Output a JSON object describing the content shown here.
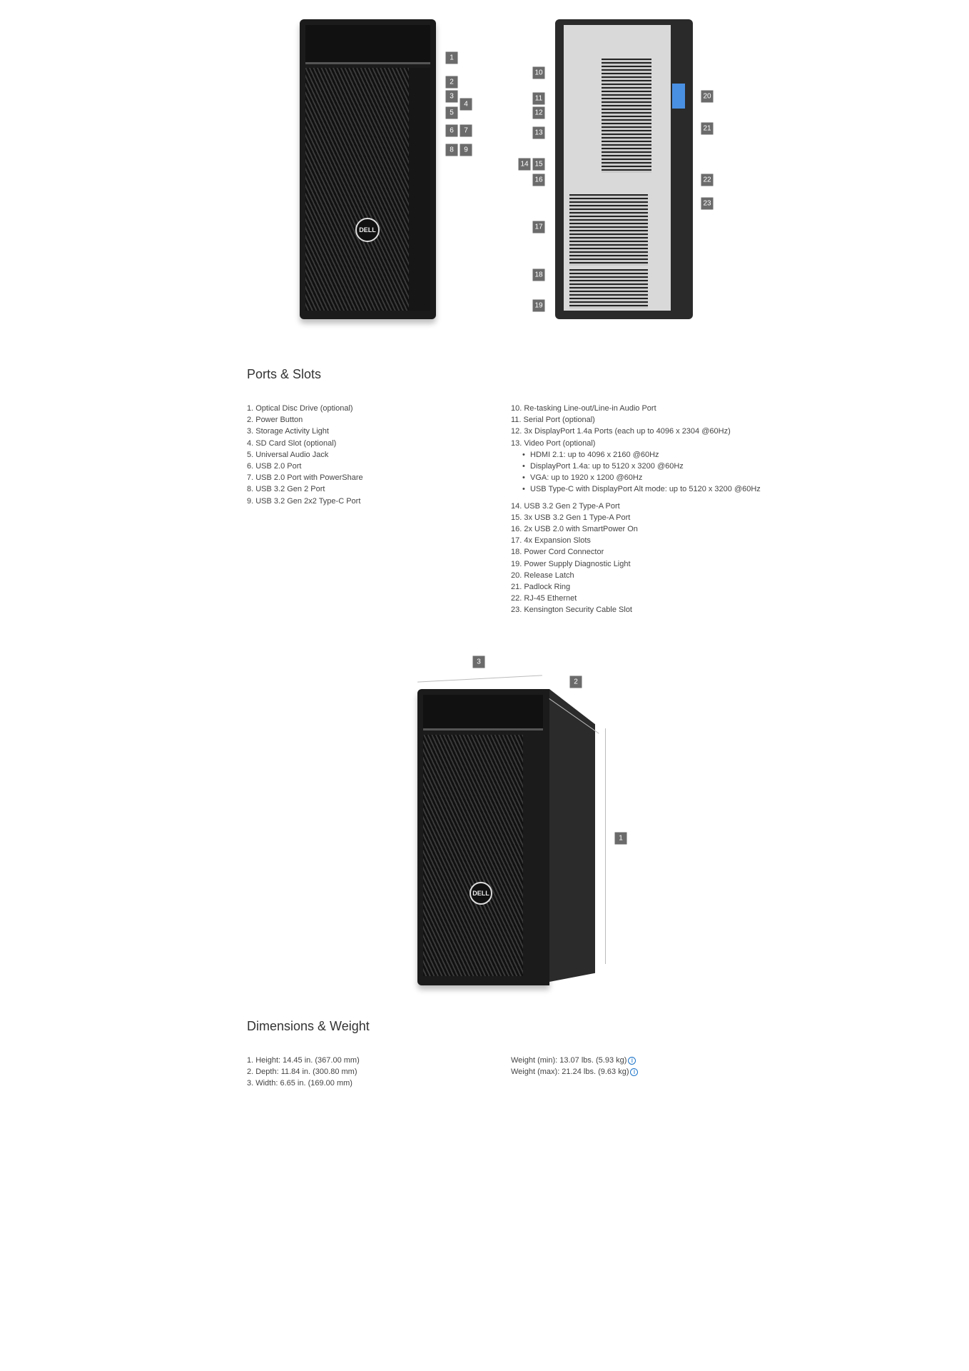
{
  "front_callouts": [
    "1",
    "2",
    "3",
    "4",
    "5",
    "6",
    "7",
    "8",
    "9"
  ],
  "back_callouts": [
    "10",
    "11",
    "12",
    "13",
    "14",
    "15",
    "16",
    "17",
    "18",
    "19",
    "20",
    "21",
    "22",
    "23"
  ],
  "dim_callouts": [
    "3",
    "2",
    "1"
  ],
  "logo_text": "DELL",
  "ports": {
    "title": "Ports & Slots",
    "left": [
      "1. Optical Disc Drive (optional)",
      "2. Power Button",
      "3. Storage Activity Light",
      "4. SD Card Slot (optional)",
      "5. Universal Audio Jack",
      "6. USB 2.0 Port",
      "7. USB 2.0 Port with PowerShare",
      "8. USB 3.2 Gen 2 Port",
      "9. USB 3.2 Gen 2x2 Type-C Port"
    ],
    "right_top": [
      "10. Re-tasking Line-out/Line-in Audio Port",
      "11. Serial Port (optional)",
      "12. 3x DisplayPort 1.4a Ports (each up to 4096 x 2304 @60Hz)",
      "13. Video Port (optional)"
    ],
    "video_sub": [
      "HDMI 2.1: up to 4096 x 2160 @60Hz",
      "DisplayPort 1.4a: up to 5120 x 3200 @60Hz",
      "VGA: up to 1920 x 1200 @60Hz",
      "USB Type-C with DisplayPort Alt mode: up to 5120 x 3200 @60Hz"
    ],
    "right_bottom": [
      "14. USB 3.2 Gen 2 Type-A Port",
      "15. 3x USB 3.2 Gen 1 Type-A Port",
      "16. 2x USB 2.0 with SmartPower On",
      "17. 4x Expansion Slots",
      "18. Power Cord Connector",
      "19. Power Supply Diagnostic Light",
      "20. Release Latch",
      "21. Padlock Ring",
      "22. RJ-45 Ethernet",
      "23. Kensington Security Cable Slot"
    ]
  },
  "dimensions": {
    "title": "Dimensions & Weight",
    "left": [
      "1. Height: 14.45 in. (367.00 mm)",
      "2. Depth: 11.84 in. (300.80 mm)",
      "3. Width: 6.65 in. (169.00 mm)"
    ],
    "right": [
      "Weight (min): 13.07 lbs. (5.93 kg)",
      "Weight (max): 21.24 lbs. (9.63 kg)"
    ],
    "info_icon": "i"
  }
}
